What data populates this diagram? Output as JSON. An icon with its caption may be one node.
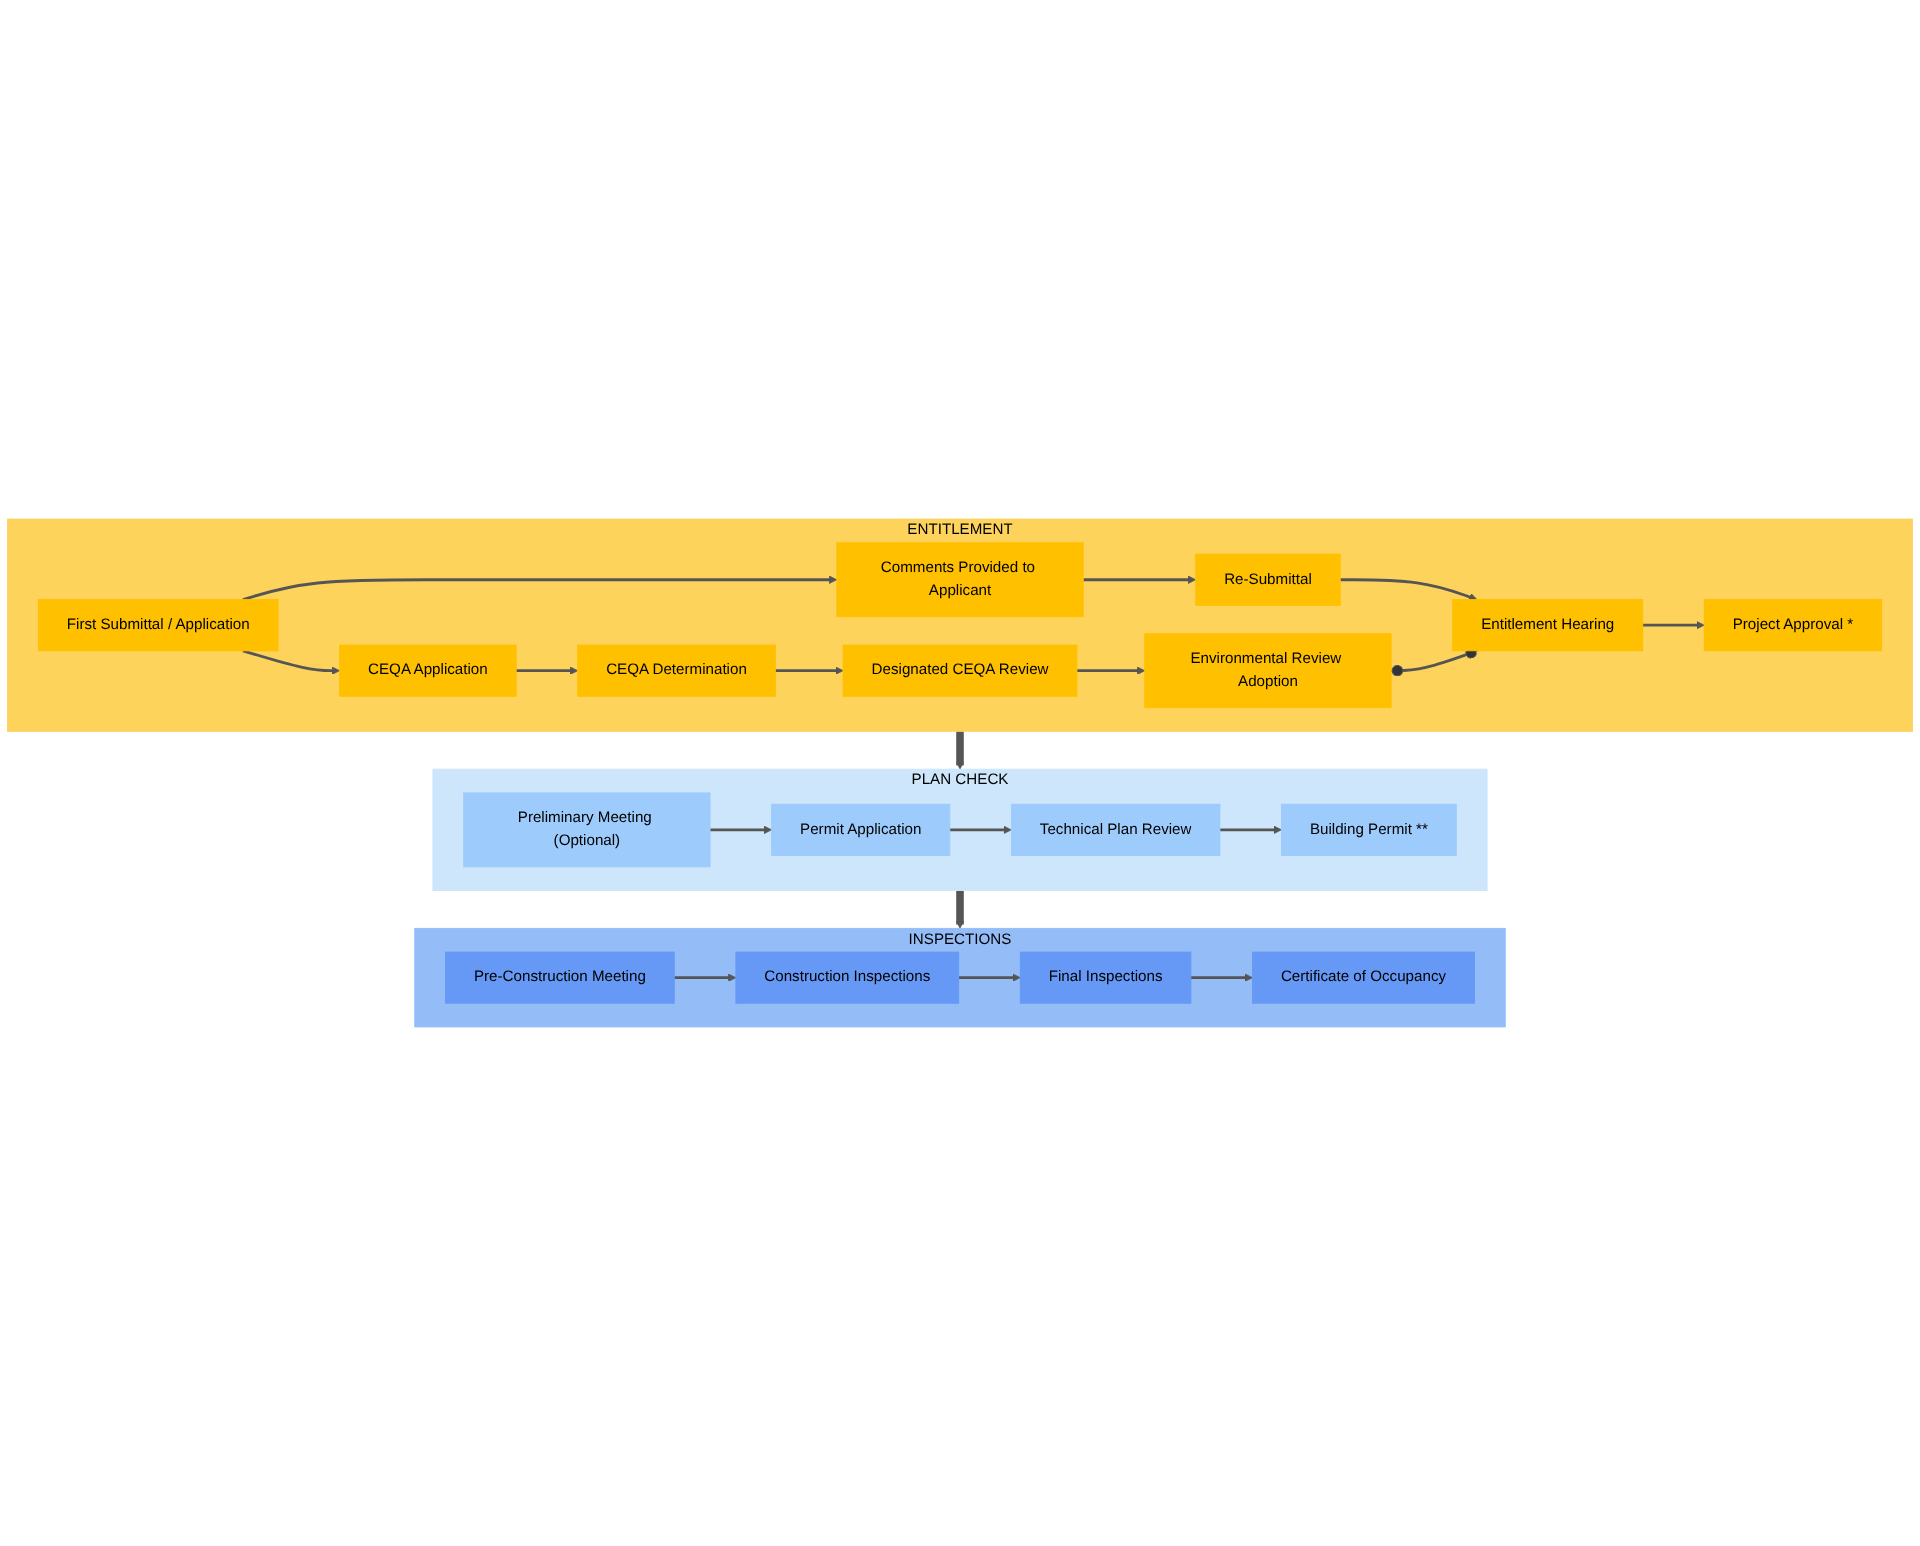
{
  "diagram": {
    "nodes": [
      {
        "text": [
          "ENTITLEMENT"
        ]
      },
      {
        "text": [
          "First Submittal / Application"
        ],
        "in": 0
      },
      {
        "text": [
          "Comments Provided to Applicant"
        ],
        "in": 0
      },
      {
        "text": [
          "Re-Submittal"
        ],
        "in": 0
      },
      {
        "text": [
          "Entitlement Hearing"
        ],
        "in": 0
      },
      {
        "text": [
          "Project Approval *"
        ],
        "in": 0
      },
      {
        "text": [
          "CEQA Application"
        ],
        "in": 0
      },
      {
        "text": [
          "CEQA Determination"
        ],
        "in": 0
      },
      {
        "text": [
          "Designated CEQA Review"
        ],
        "in": 0
      },
      {
        "text": [
          "Environmental Review Adoption"
        ],
        "in": 0
      },
      {
        "text": [
          "PLAN CHECK"
        ]
      },
      {
        "text": [
          "Preliminary Meeting (Optional)"
        ],
        "in": 10
      },
      {
        "text": [
          "Permit Application"
        ],
        "in": 10
      },
      {
        "text": [
          "Technical Plan Review"
        ],
        "in": 10
      },
      {
        "text": [
          "Building Permit **"
        ],
        "in": 10
      },
      {
        "text": [
          "INSPECTIONS"
        ]
      },
      {
        "text": [
          "Pre-Construction Meeting"
        ],
        "in": 15
      },
      {
        "text": [
          "Construction Inspections"
        ],
        "in": 15
      },
      {
        "text": [
          "Final Inspections"
        ],
        "in": 15
      },
      {
        "text": [
          "Certificate of Occupancy"
        ],
        "in": 15
      }
    ],
    "edges": [
      {
        "from": 1,
        "to": 2,
        "arrow": "to"
      },
      {
        "from": 2,
        "to": 3,
        "arrow": "to"
      },
      {
        "from": 3,
        "to": 4,
        "arrow": "to"
      },
      {
        "from": 4,
        "to": 5,
        "arrow": "to"
      },
      {
        "from": 1,
        "to": 6,
        "arrow": "to"
      },
      {
        "from": 6,
        "to": 7,
        "arrow": "to"
      },
      {
        "from": 7,
        "to": 8,
        "arrow": "to"
      },
      {
        "from": 8,
        "to": 9,
        "arrow": "to"
      },
      {
        "from": 9,
        "to": 4,
        "arrow": "other"
      },
      {
        "from": 0,
        "to": 10,
        "arrow": "to",
        "style": "thick"
      },
      {
        "from": 10,
        "to": 15,
        "arrow": "to",
        "style": "thick"
      },
      {
        "from": 11,
        "to": 12,
        "arrow": "to"
      },
      {
        "from": 12,
        "to": 13,
        "arrow": "to"
      },
      {
        "from": 13,
        "to": 14,
        "arrow": "to"
      },
      {
        "from": 16,
        "to": 17,
        "arrow": "to"
      },
      {
        "from": 17,
        "to": 18,
        "arrow": "to"
      },
      {
        "from": 18,
        "to": 19,
        "arrow": "to"
      }
    ]
  }
}
